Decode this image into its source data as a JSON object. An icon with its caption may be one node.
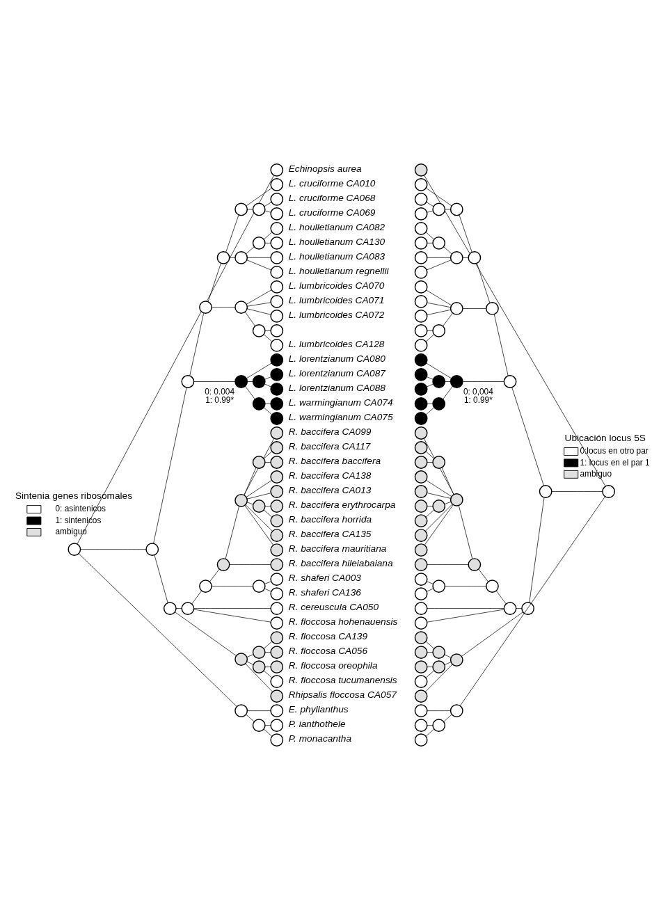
{
  "diagram": {
    "nodes": [
      {
        "text": [],
        "shape": "circle",
        "beside": [
          "Echinopsis aurea"
        ]
      },
      {
        "text": [],
        "shape": "circle",
        "beside": [
          "L. cruciforme CA010"
        ]
      },
      {
        "text": [],
        "shape": "circle",
        "beside": [
          "L. cruciforme CA068"
        ]
      },
      {
        "text": [],
        "shape": "circle",
        "beside": [
          "L. cruciforme CA069"
        ]
      },
      {
        "text": [],
        "shape": "circle",
        "beside": [
          "L. houlletianum CA082"
        ]
      },
      {
        "text": [],
        "shape": "circle",
        "beside": [
          "L. houlletianum CA130"
        ]
      },
      {
        "text": [],
        "shape": "circle",
        "beside": [
          "L. houlletianum CA083"
        ]
      },
      {
        "text": [],
        "shape": "circle",
        "beside": [
          "L. houlletianum regnellii"
        ]
      },
      {
        "text": [],
        "shape": "circle",
        "beside": [
          "L. lumbricoides CA070"
        ]
      },
      {
        "text": [],
        "shape": "circle",
        "beside": [
          "L. lumbricoides CA071"
        ]
      },
      {
        "text": [],
        "shape": "circle",
        "beside": [
          "L. lumbricoides CA072"
        ]
      },
      {
        "text": [],
        "shape": "circle"
      },
      {
        "text": [],
        "shape": "circle",
        "beside": [
          "L. lumbricoides CA128"
        ]
      },
      {
        "text": [],
        "shape": "circle",
        "beside": [
          "L. lorentzianum CA080"
        ]
      },
      {
        "text": [],
        "shape": "circle",
        "beside": [
          "L. lorentzianum CA087"
        ]
      },
      {
        "text": [],
        "shape": "circle",
        "beside": [
          "L. lorentzianum CA088"
        ]
      },
      {
        "text": [],
        "shape": "circle",
        "beside": [
          "L. warmingianum CA074"
        ]
      },
      {
        "text": [],
        "shape": "circle",
        "beside": [
          "L. warmingianum CA075"
        ]
      },
      {
        "text": [],
        "shape": "circle",
        "beside": [
          "R. baccifera CA099"
        ]
      },
      {
        "text": [],
        "shape": "circle",
        "beside": [
          "R. baccifera CA117"
        ]
      },
      {
        "text": [],
        "shape": "circle",
        "beside": [
          "R. baccifera baccifera"
        ]
      },
      {
        "text": [],
        "shape": "circle",
        "beside": [
          "R. baccifera CA138"
        ]
      },
      {
        "text": [],
        "shape": "circle",
        "beside": [
          "R. baccifera CA013"
        ]
      },
      {
        "text": [],
        "shape": "circle",
        "beside": [
          "R. baccifera erythrocarpa"
        ]
      },
      {
        "text": [],
        "shape": "circle",
        "beside": [
          "R. baccifera horrida"
        ]
      },
      {
        "text": [],
        "shape": "circle",
        "beside": [
          "R. baccifera CA135"
        ]
      },
      {
        "text": [],
        "shape": "circle",
        "beside": [
          "R. baccifera mauritiana"
        ]
      },
      {
        "text": [],
        "shape": "circle",
        "beside": [
          "R. baccifera hileiabaiana"
        ]
      },
      {
        "text": [],
        "shape": "circle",
        "beside": [
          "R. shaferi CA003"
        ]
      },
      {
        "text": [],
        "shape": "circle",
        "beside": [
          "R. shaferi CA136"
        ]
      },
      {
        "text": [],
        "shape": "circle",
        "beside": [
          "R. cereuscula CA050"
        ]
      },
      {
        "text": [],
        "shape": "circle",
        "beside": [
          "R. floccosa hohenauensis"
        ]
      },
      {
        "text": [],
        "shape": "circle",
        "beside": [
          "R. floccosa CA139"
        ]
      },
      {
        "text": [],
        "shape": "circle",
        "beside": [
          "R. floccosa CA056"
        ]
      },
      {
        "text": [],
        "shape": "circle",
        "beside": [
          "R. floccosa oreophila"
        ]
      },
      {
        "text": [],
        "shape": "circle",
        "beside": [
          "R. floccosa tucumanensis"
        ]
      },
      {
        "text": [],
        "shape": "circle",
        "beside": [
          "Rhipsalis floccosa CA057"
        ]
      },
      {
        "text": [],
        "shape": "circle",
        "beside": [
          "E. phyllanthus"
        ]
      },
      {
        "text": [],
        "shape": "circle",
        "beside": [
          "P. ianthothele"
        ]
      },
      {
        "text": [],
        "shape": "circle",
        "beside": [
          "P. monacantha"
        ]
      },
      {
        "text": [],
        "shape": "circle"
      },
      {
        "text": [],
        "shape": "circle"
      },
      {
        "text": [],
        "shape": "circle"
      },
      {
        "text": [],
        "shape": "circle"
      },
      {
        "text": [],
        "shape": "circle"
      },
      {
        "text": [],
        "shape": "circle"
      },
      {
        "text": [],
        "shape": "circle"
      },
      {
        "text": [],
        "shape": "circle"
      },
      {
        "text": [],
        "shape": "circle"
      },
      {
        "text": [],
        "shape": "circle"
      },
      {
        "text": [],
        "shape": "circle"
      },
      {
        "text": [],
        "shape": "circle",
        "beside": [
          "0: 0.004",
          "1: 0.99*"
        ]
      },
      {
        "text": [],
        "shape": "circle"
      },
      {
        "text": [],
        "shape": "circle"
      },
      {
        "text": [],
        "shape": "circle"
      },
      {
        "text": [],
        "shape": "circle"
      },
      {
        "text": [],
        "shape": "circle"
      },
      {
        "text": [],
        "shape": "circle"
      },
      {
        "text": [],
        "shape": "circle"
      },
      {
        "text": [],
        "shape": "circle"
      },
      {
        "text": [],
        "shape": "circle"
      },
      {
        "text": [],
        "shape": "circle"
      },
      {
        "text": [],
        "shape": "circle"
      },
      {
        "text": [],
        "shape": "circle"
      },
      {
        "text": [],
        "shape": "circle"
      },
      {
        "text": [],
        "shape": "circle"
      },
      {
        "text": [],
        "shape": "circle"
      },
      {
        "text": [],
        "shape": "circle"
      },
      {
        "text": [],
        "shape": "circle"
      },
      {
        "text": [],
        "shape": "circle"
      },
      {
        "text": [],
        "shape": "circle"
      },
      {
        "text": [],
        "shape": "circle"
      },
      {
        "text": [],
        "shape": "circle"
      },
      {
        "text": [],
        "shape": "circle"
      },
      {
        "text": [],
        "shape": "circle"
      },
      {
        "text": [],
        "shape": "circle"
      },
      {
        "text": [],
        "shape": "circle"
      },
      {
        "text": [],
        "shape": "circle"
      },
      {
        "text": [],
        "shape": "circle"
      },
      {
        "text": [],
        "shape": "circle"
      },
      {
        "text": [],
        "shape": "circle"
      },
      {
        "text": [],
        "shape": "circle"
      },
      {
        "text": [],
        "shape": "circle"
      },
      {
        "text": [],
        "shape": "circle"
      },
      {
        "text": [],
        "shape": "circle"
      },
      {
        "text": [],
        "shape": "circle"
      },
      {
        "text": [],
        "shape": "circle"
      },
      {
        "text": [],
        "shape": "circle"
      },
      {
        "text": [],
        "shape": "circle"
      },
      {
        "text": [],
        "shape": "circle"
      },
      {
        "text": [],
        "shape": "circle"
      },
      {
        "text": [],
        "shape": "circle"
      },
      {
        "text": [],
        "shape": "circle"
      },
      {
        "text": [],
        "shape": "circle"
      },
      {
        "text": [],
        "shape": "circle"
      },
      {
        "text": [],
        "shape": "circle"
      },
      {
        "text": [],
        "shape": "circle"
      },
      {
        "text": [],
        "shape": "circle"
      },
      {
        "text": [],
        "shape": "circle"
      },
      {
        "text": [],
        "shape": "circle"
      },
      {
        "text": [],
        "shape": "circle"
      },
      {
        "text": [],
        "shape": "circle"
      },
      {
        "text": [],
        "shape": "circle"
      },
      {
        "text": [],
        "shape": "circle"
      },
      {
        "text": [],
        "shape": "circle"
      },
      {
        "text": [],
        "shape": "circle"
      },
      {
        "text": [],
        "shape": "circle"
      },
      {
        "text": [],
        "shape": "circle"
      },
      {
        "text": [],
        "shape": "circle"
      },
      {
        "text": [],
        "shape": "circle"
      },
      {
        "text": [],
        "shape": "circle"
      },
      {
        "text": [],
        "shape": "circle"
      },
      {
        "text": [],
        "shape": "circle"
      },
      {
        "text": [],
        "shape": "circle"
      },
      {
        "text": [],
        "shape": "circle"
      },
      {
        "text": [],
        "shape": "circle"
      },
      {
        "text": [],
        "shape": "circle"
      },
      {
        "text": [],
        "shape": "circle"
      },
      {
        "text": [],
        "shape": "circle",
        "beside": [
          "0: 0,004",
          "1: 0.99*"
        ]
      },
      {
        "text": [],
        "shape": "circle"
      },
      {
        "text": [],
        "shape": "circle"
      },
      {
        "text": [],
        "shape": "circle"
      },
      {
        "text": [],
        "shape": "circle"
      },
      {
        "text": [],
        "shape": "circle"
      },
      {
        "text": [],
        "shape": "circle"
      },
      {
        "text": [],
        "shape": "circle"
      },
      {
        "text": [],
        "shape": "circle"
      },
      {
        "text": [],
        "shape": "circle"
      },
      {
        "text": [],
        "shape": "circle"
      },
      {
        "text": [],
        "shape": "circle"
      },
      {
        "text": [],
        "shape": "circle"
      },
      {
        "text": [],
        "shape": "circle"
      },
      {
        "text": [],
        "shape": "circle"
      },
      {
        "text": [],
        "shape": "circle"
      }
    ],
    "edges": [
      {
        "from": 40,
        "to": 0,
        "arrow": "none"
      },
      {
        "from": 40,
        "to": 41,
        "arrow": "none"
      },
      {
        "from": 40,
        "to": 65,
        "arrow": "none"
      },
      {
        "from": 41,
        "to": 42,
        "arrow": "none"
      },
      {
        "from": 41,
        "to": 54,
        "arrow": "none"
      },
      {
        "from": 42,
        "to": 43,
        "arrow": "none"
      },
      {
        "from": 42,
        "to": 51,
        "arrow": "none"
      },
      {
        "from": 43,
        "to": 44,
        "arrow": "none"
      },
      {
        "from": 43,
        "to": 49,
        "arrow": "none"
      },
      {
        "from": 44,
        "to": 45,
        "arrow": "none"
      },
      {
        "from": 44,
        "to": 47,
        "arrow": "none"
      },
      {
        "from": 45,
        "to": 1,
        "arrow": "none"
      },
      {
        "from": 45,
        "to": 46,
        "arrow": "none"
      },
      {
        "from": 46,
        "to": 2,
        "arrow": "none"
      },
      {
        "from": 46,
        "to": 3,
        "arrow": "none"
      },
      {
        "from": 47,
        "to": 48,
        "arrow": "none"
      },
      {
        "from": 47,
        "to": 6,
        "arrow": "none"
      },
      {
        "from": 47,
        "to": 7,
        "arrow": "none"
      },
      {
        "from": 48,
        "to": 4,
        "arrow": "none"
      },
      {
        "from": 48,
        "to": 5,
        "arrow": "none"
      },
      {
        "from": 49,
        "to": 8,
        "arrow": "none"
      },
      {
        "from": 49,
        "to": 9,
        "arrow": "none"
      },
      {
        "from": 49,
        "to": 10,
        "arrow": "none"
      },
      {
        "from": 49,
        "to": 50,
        "arrow": "none"
      },
      {
        "from": 50,
        "to": 11,
        "arrow": "none"
      },
      {
        "from": 50,
        "to": 12,
        "arrow": "none"
      },
      {
        "from": 51,
        "to": 13,
        "arrow": "none"
      },
      {
        "from": 51,
        "to": 52,
        "arrow": "none"
      },
      {
        "from": 51,
        "to": 53,
        "arrow": "none"
      },
      {
        "from": 52,
        "to": 14,
        "arrow": "none"
      },
      {
        "from": 52,
        "to": 15,
        "arrow": "none"
      },
      {
        "from": 53,
        "to": 16,
        "arrow": "none"
      },
      {
        "from": 53,
        "to": 17,
        "arrow": "none"
      },
      {
        "from": 54,
        "to": 55,
        "arrow": "none"
      },
      {
        "from": 54,
        "to": 62,
        "arrow": "none"
      },
      {
        "from": 55,
        "to": 56,
        "arrow": "none"
      },
      {
        "from": 55,
        "to": 30,
        "arrow": "none"
      },
      {
        "from": 55,
        "to": 31,
        "arrow": "none"
      },
      {
        "from": 56,
        "to": 58,
        "arrow": "none"
      },
      {
        "from": 56,
        "to": 57,
        "arrow": "none"
      },
      {
        "from": 57,
        "to": 28,
        "arrow": "none"
      },
      {
        "from": 57,
        "to": 29,
        "arrow": "none"
      },
      {
        "from": 58,
        "to": 59,
        "arrow": "none"
      },
      {
        "from": 58,
        "to": 27,
        "arrow": "none"
      },
      {
        "from": 59,
        "to": 18,
        "arrow": "none"
      },
      {
        "from": 59,
        "to": 60,
        "arrow": "none"
      },
      {
        "from": 59,
        "to": 21,
        "arrow": "none"
      },
      {
        "from": 59,
        "to": 22,
        "arrow": "none"
      },
      {
        "from": 59,
        "to": 61,
        "arrow": "none"
      },
      {
        "from": 59,
        "to": 25,
        "arrow": "none"
      },
      {
        "from": 59,
        "to": 26,
        "arrow": "none"
      },
      {
        "from": 60,
        "to": 19,
        "arrow": "none"
      },
      {
        "from": 60,
        "to": 20,
        "arrow": "none"
      },
      {
        "from": 61,
        "to": 23,
        "arrow": "none"
      },
      {
        "from": 61,
        "to": 24,
        "arrow": "none"
      },
      {
        "from": 62,
        "to": 63,
        "arrow": "none"
      },
      {
        "from": 62,
        "to": 64,
        "arrow": "none"
      },
      {
        "from": 62,
        "to": 36,
        "arrow": "none"
      },
      {
        "from": 63,
        "to": 32,
        "arrow": "none"
      },
      {
        "from": 63,
        "to": 33,
        "arrow": "none"
      },
      {
        "from": 64,
        "to": 34,
        "arrow": "none"
      },
      {
        "from": 64,
        "to": 35,
        "arrow": "none"
      },
      {
        "from": 65,
        "to": 37,
        "arrow": "none"
      },
      {
        "from": 65,
        "to": 66,
        "arrow": "none"
      },
      {
        "from": 66,
        "to": 38,
        "arrow": "none"
      },
      {
        "from": 66,
        "to": 39,
        "arrow": "none"
      },
      {
        "from": 67,
        "to": 107,
        "arrow": "none"
      },
      {
        "from": 108,
        "to": 107,
        "arrow": "none"
      },
      {
        "from": 132,
        "to": 107,
        "arrow": "none"
      },
      {
        "from": 109,
        "to": 108,
        "arrow": "none"
      },
      {
        "from": 121,
        "to": 108,
        "arrow": "none"
      },
      {
        "from": 110,
        "to": 109,
        "arrow": "none"
      },
      {
        "from": 118,
        "to": 109,
        "arrow": "none"
      },
      {
        "from": 111,
        "to": 110,
        "arrow": "none"
      },
      {
        "from": 116,
        "to": 110,
        "arrow": "none"
      },
      {
        "from": 112,
        "to": 111,
        "arrow": "none"
      },
      {
        "from": 114,
        "to": 111,
        "arrow": "none"
      },
      {
        "from": 68,
        "to": 112,
        "arrow": "none"
      },
      {
        "from": 113,
        "to": 112,
        "arrow": "none"
      },
      {
        "from": 69,
        "to": 113,
        "arrow": "none"
      },
      {
        "from": 70,
        "to": 113,
        "arrow": "none"
      },
      {
        "from": 115,
        "to": 114,
        "arrow": "none"
      },
      {
        "from": 73,
        "to": 114,
        "arrow": "none"
      },
      {
        "from": 74,
        "to": 114,
        "arrow": "none"
      },
      {
        "from": 71,
        "to": 115,
        "arrow": "none"
      },
      {
        "from": 72,
        "to": 115,
        "arrow": "none"
      },
      {
        "from": 75,
        "to": 116,
        "arrow": "none"
      },
      {
        "from": 76,
        "to": 116,
        "arrow": "none"
      },
      {
        "from": 77,
        "to": 116,
        "arrow": "none"
      },
      {
        "from": 117,
        "to": 116,
        "arrow": "none"
      },
      {
        "from": 78,
        "to": 117,
        "arrow": "none"
      },
      {
        "from": 79,
        "to": 117,
        "arrow": "none"
      },
      {
        "from": 80,
        "to": 118,
        "arrow": "none"
      },
      {
        "from": 119,
        "to": 118,
        "arrow": "none"
      },
      {
        "from": 120,
        "to": 118,
        "arrow": "none"
      },
      {
        "from": 81,
        "to": 119,
        "arrow": "none"
      },
      {
        "from": 82,
        "to": 119,
        "arrow": "none"
      },
      {
        "from": 83,
        "to": 120,
        "arrow": "none"
      },
      {
        "from": 84,
        "to": 120,
        "arrow": "none"
      },
      {
        "from": 122,
        "to": 121,
        "arrow": "none"
      },
      {
        "from": 129,
        "to": 121,
        "arrow": "none"
      },
      {
        "from": 123,
        "to": 122,
        "arrow": "none"
      },
      {
        "from": 97,
        "to": 122,
        "arrow": "none"
      },
      {
        "from": 98,
        "to": 122,
        "arrow": "none"
      },
      {
        "from": 125,
        "to": 123,
        "arrow": "none"
      },
      {
        "from": 124,
        "to": 123,
        "arrow": "none"
      },
      {
        "from": 95,
        "to": 124,
        "arrow": "none"
      },
      {
        "from": 96,
        "to": 124,
        "arrow": "none"
      },
      {
        "from": 126,
        "to": 125,
        "arrow": "none"
      },
      {
        "from": 94,
        "to": 125,
        "arrow": "none"
      },
      {
        "from": 85,
        "to": 126,
        "arrow": "none"
      },
      {
        "from": 127,
        "to": 126,
        "arrow": "none"
      },
      {
        "from": 88,
        "to": 126,
        "arrow": "none"
      },
      {
        "from": 89,
        "to": 126,
        "arrow": "none"
      },
      {
        "from": 128,
        "to": 126,
        "arrow": "none"
      },
      {
        "from": 92,
        "to": 126,
        "arrow": "none"
      },
      {
        "from": 93,
        "to": 126,
        "arrow": "none"
      },
      {
        "from": 86,
        "to": 127,
        "arrow": "none"
      },
      {
        "from": 87,
        "to": 127,
        "arrow": "none"
      },
      {
        "from": 90,
        "to": 128,
        "arrow": "none"
      },
      {
        "from": 91,
        "to": 128,
        "arrow": "none"
      },
      {
        "from": 130,
        "to": 129,
        "arrow": "none"
      },
      {
        "from": 131,
        "to": 129,
        "arrow": "none"
      },
      {
        "from": 103,
        "to": 129,
        "arrow": "none"
      },
      {
        "from": 99,
        "to": 130,
        "arrow": "none"
      },
      {
        "from": 100,
        "to": 130,
        "arrow": "none"
      },
      {
        "from": 101,
        "to": 131,
        "arrow": "none"
      },
      {
        "from": 102,
        "to": 131,
        "arrow": "none"
      },
      {
        "from": 104,
        "to": 132,
        "arrow": "none"
      },
      {
        "from": 133,
        "to": 132,
        "arrow": "none"
      },
      {
        "from": 105,
        "to": 133,
        "arrow": "none"
      },
      {
        "from": 106,
        "to": 133,
        "arrow": "none"
      }
    ],
    "labels": [
      "Sintenia genes ribosomales",
      "Ubicación locus 5S"
    ],
    "legend": [
      {
        "text": "0: asintenicos",
        "color": "#ffffff"
      },
      {
        "text": "1: sintenicos",
        "color": "#000000"
      },
      {
        "text": "ambiguo",
        "color": "#e0e0e0"
      },
      {
        "text": "0:locus en otro par",
        "color": "#ffffff"
      },
      {
        "text": "1: locus en el par 1",
        "color": "#000000"
      },
      {
        "text": "ambiguo",
        "color": "#e0e0e0"
      }
    ]
  }
}
